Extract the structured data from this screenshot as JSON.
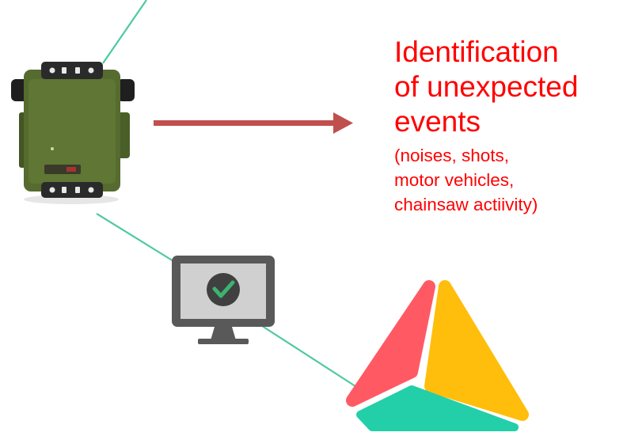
{
  "caption": {
    "title_lines": [
      "Identification",
      "of unexpected",
      "events"
    ],
    "detail_lines": [
      "(noises, shots,",
      "motor vehicles,",
      "chainsaw actiivity)"
    ]
  },
  "colors": {
    "caption_text": "#ff0000",
    "arrow": "#c0504d",
    "connector": "#4ec9a4",
    "device_body": "#556b2f",
    "monitor": "#595959",
    "monitor_screen": "#d0d0d0",
    "check_badge": "#404040",
    "check_mark": "#3cb371",
    "logo_left": "#ff5a64",
    "logo_right": "#ffbe0b",
    "logo_bottom": "#22cfa8"
  },
  "icons": {
    "sensor": "audio-sensor-device-icon",
    "monitor": "monitor-check-icon",
    "logo": "triangle-logo-icon",
    "arrow": "right-arrow-icon"
  }
}
